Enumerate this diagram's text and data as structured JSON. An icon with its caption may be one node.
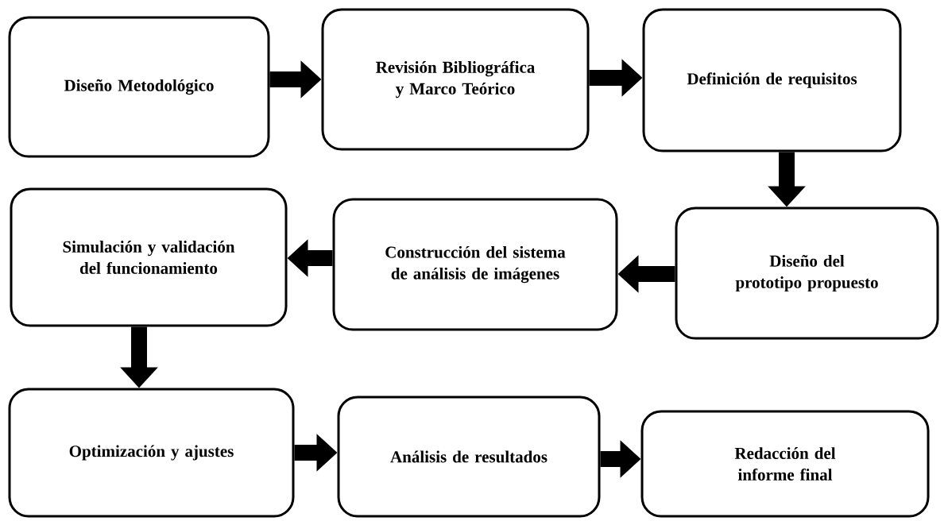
{
  "diagram": {
    "nodes": [
      {
        "text": [
          "Diseño Metodológico"
        ]
      },
      {
        "text": [
          "Revisión Bibliográfica y Marco Teórico"
        ]
      },
      {
        "text": [
          "Definición de requisitos"
        ]
      },
      {
        "text": [
          "Diseño del prototipo propuesto"
        ]
      },
      {
        "text": [
          "Construcción del sistema de análisis de imágenes"
        ]
      },
      {
        "text": [
          "Simulación y validación del funcionamiento"
        ]
      },
      {
        "text": [
          "Optimización y ajustes"
        ]
      },
      {
        "text": [
          "Análisis de resultados"
        ]
      },
      {
        "text": [
          "Redacción del informe final"
        ]
      }
    ],
    "edges": [
      {
        "from": 0,
        "to": 1,
        "arrow": "to"
      },
      {
        "from": 1,
        "to": 2,
        "arrow": "to"
      },
      {
        "from": 2,
        "to": 3,
        "arrow": "to"
      },
      {
        "from": 3,
        "to": 4,
        "arrow": "to"
      },
      {
        "from": 4,
        "to": 5,
        "arrow": "to"
      },
      {
        "from": 5,
        "to": 6,
        "arrow": "to"
      },
      {
        "from": 6,
        "to": 7,
        "arrow": "to"
      },
      {
        "from": 7,
        "to": 8,
        "arrow": "to"
      }
    ]
  }
}
